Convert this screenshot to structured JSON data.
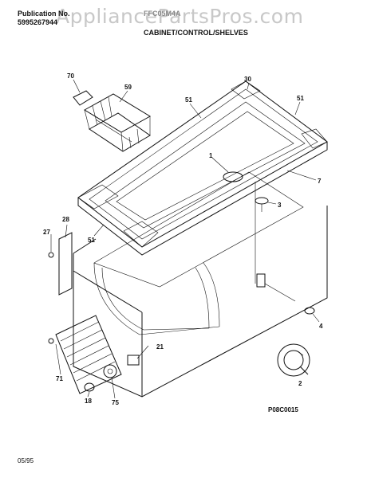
{
  "header": {
    "publication_label": "Publication No.",
    "publication_number": "5995267944",
    "model_code": "FFC05M4A",
    "section_title": "CABINET/CONTROL/SHELVES"
  },
  "watermark": "AppliancePartsPros.com",
  "diagram_code": "P08C0015",
  "date": "05/95",
  "callouts": [
    "70",
    "59",
    "30",
    "51",
    "51",
    "1",
    "7",
    "3",
    "28",
    "27",
    "51",
    "4",
    "2",
    "71",
    "21",
    "18",
    "75"
  ]
}
